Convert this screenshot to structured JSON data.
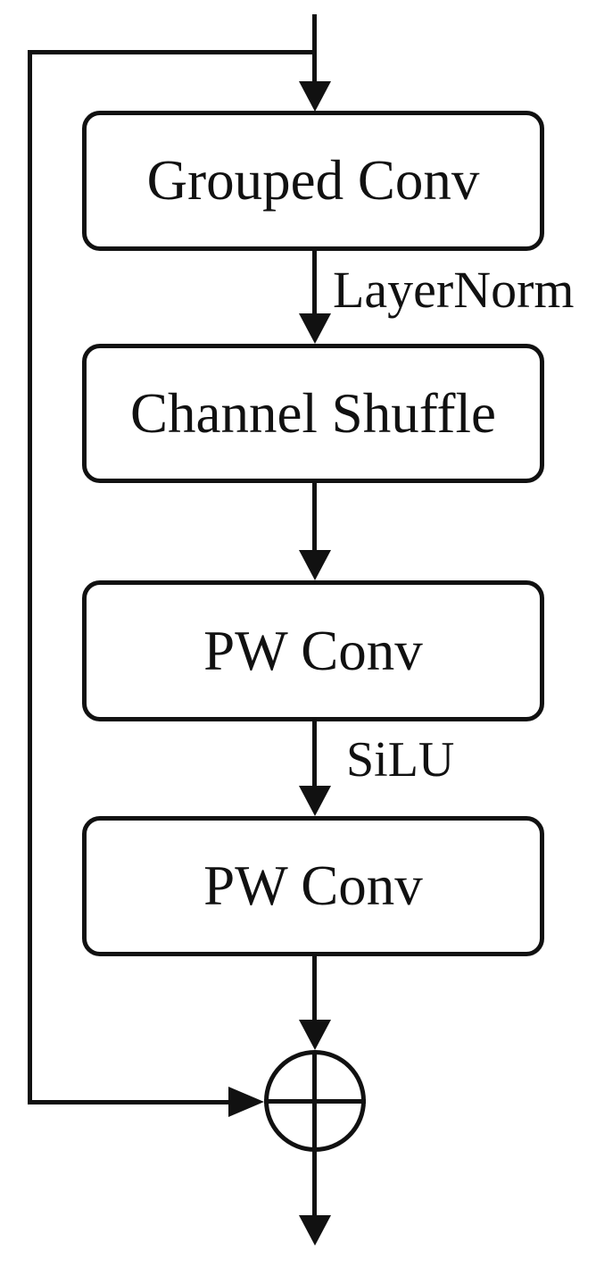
{
  "diagram": {
    "type": "flowchart-block-diagram",
    "colors": {
      "background": "#ffffff",
      "stroke": "#111111",
      "text": "#111111"
    },
    "nodes": [
      {
        "id": "grouped-conv",
        "label": "Grouped Conv"
      },
      {
        "id": "channel-shuffle",
        "label": "Channel Shuffle"
      },
      {
        "id": "pw-conv-1",
        "label": "PW Conv"
      },
      {
        "id": "pw-conv-2",
        "label": "PW Conv"
      }
    ],
    "edge_labels": {
      "layernorm": "LayerNorm",
      "silu": "SiLU"
    },
    "operators": {
      "residual_add_symbol": "⊕"
    },
    "flow": "input → Grouped Conv → LayerNorm → Channel Shuffle → PW Conv → SiLU → PW Conv → ⊕ → output, with skip connection from input to ⊕"
  }
}
